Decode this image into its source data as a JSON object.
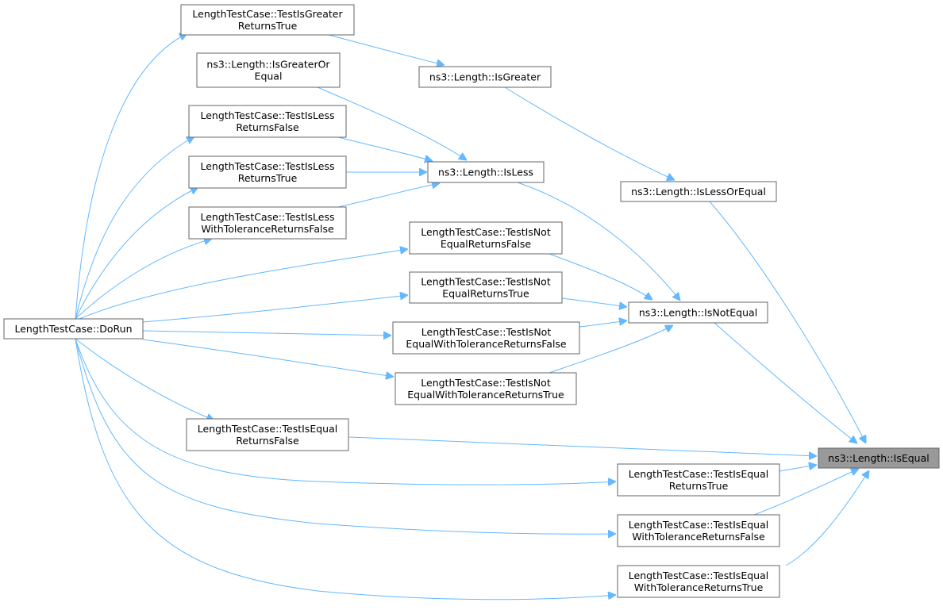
{
  "diagram": {
    "colors": {
      "edge": "#63b8ff",
      "node_border": "#666666",
      "focus_fill": "#999999",
      "node_fill": "#ffffff"
    },
    "nodes": [
      {
        "id": "isEqual",
        "lines": [
          "ns3::Length::IsEqual"
        ],
        "focus": true
      },
      {
        "id": "isNotEqual",
        "lines": [
          "ns3::Length::IsNotEqual"
        ]
      },
      {
        "id": "isLessOrEqual",
        "lines": [
          "ns3::Length::IsLessOrEqual"
        ]
      },
      {
        "id": "isLess",
        "lines": [
          "ns3::Length::IsLess"
        ]
      },
      {
        "id": "isGreater",
        "lines": [
          "ns3::Length::IsGreater"
        ]
      },
      {
        "id": "isGreaterOrEqual",
        "lines": [
          "ns3::Length::IsGreaterOr",
          "Equal"
        ]
      },
      {
        "id": "testIsGreaterReturnsTrue",
        "lines": [
          "LengthTestCase::TestIsGreater",
          "ReturnsTrue"
        ]
      },
      {
        "id": "testIsLessReturnsFalse",
        "lines": [
          "LengthTestCase::TestIsLess",
          "ReturnsFalse"
        ]
      },
      {
        "id": "testIsLessReturnsTrue",
        "lines": [
          "LengthTestCase::TestIsLess",
          "ReturnsTrue"
        ]
      },
      {
        "id": "testIsLessTolFalse",
        "lines": [
          "LengthTestCase::TestIsLess",
          "WithToleranceReturnsFalse"
        ]
      },
      {
        "id": "testIsNotEqualReturnsFalse",
        "lines": [
          "LengthTestCase::TestIsNot",
          "EqualReturnsFalse"
        ]
      },
      {
        "id": "testIsNotEqualReturnsTrue",
        "lines": [
          "LengthTestCase::TestIsNot",
          "EqualReturnsTrue"
        ]
      },
      {
        "id": "testIsNotEqualTolFalse",
        "lines": [
          "LengthTestCase::TestIsNot",
          "EqualWithToleranceReturnsFalse"
        ]
      },
      {
        "id": "testIsNotEqualTolTrue",
        "lines": [
          "LengthTestCase::TestIsNot",
          "EqualWithToleranceReturnsTrue"
        ]
      },
      {
        "id": "testIsEqualReturnsFalse",
        "lines": [
          "LengthTestCase::TestIsEqual",
          "ReturnsFalse"
        ]
      },
      {
        "id": "testIsEqualReturnsTrue",
        "lines": [
          "LengthTestCase::TestIsEqual",
          "ReturnsTrue"
        ]
      },
      {
        "id": "testIsEqualTolFalse",
        "lines": [
          "LengthTestCase::TestIsEqual",
          "WithToleranceReturnsFalse"
        ]
      },
      {
        "id": "testIsEqualTolTrue",
        "lines": [
          "LengthTestCase::TestIsEqual",
          "WithToleranceReturnsTrue"
        ]
      },
      {
        "id": "doRun",
        "lines": [
          "LengthTestCase::DoRun"
        ]
      }
    ],
    "edges": [
      {
        "from": "isNotEqual",
        "to": "isEqual"
      },
      {
        "from": "isLessOrEqual",
        "to": "isEqual"
      },
      {
        "from": "testIsGreaterReturnsTrue",
        "to": "isGreater"
      },
      {
        "from": "isGreater",
        "to": "isLessOrEqual"
      },
      {
        "from": "isGreaterOrEqual",
        "to": "isLess"
      },
      {
        "from": "testIsLessReturnsFalse",
        "to": "isLess"
      },
      {
        "from": "testIsLessReturnsTrue",
        "to": "isLess"
      },
      {
        "from": "testIsLessTolFalse",
        "to": "isLess"
      },
      {
        "from": "isLess",
        "to": "isNotEqual"
      },
      {
        "from": "testIsNotEqualReturnsFalse",
        "to": "isNotEqual"
      },
      {
        "from": "testIsNotEqualReturnsTrue",
        "to": "isNotEqual"
      },
      {
        "from": "testIsNotEqualTolFalse",
        "to": "isNotEqual"
      },
      {
        "from": "testIsNotEqualTolTrue",
        "to": "isNotEqual"
      },
      {
        "from": "testIsEqualReturnsFalse",
        "to": "isEqual"
      },
      {
        "from": "testIsEqualReturnsTrue",
        "to": "isEqual"
      },
      {
        "from": "testIsEqualTolFalse",
        "to": "isEqual"
      },
      {
        "from": "testIsEqualTolTrue",
        "to": "isEqual"
      },
      {
        "from": "doRun",
        "to": "testIsGreaterReturnsTrue"
      },
      {
        "from": "doRun",
        "to": "testIsLessReturnsFalse"
      },
      {
        "from": "doRun",
        "to": "testIsLessReturnsTrue"
      },
      {
        "from": "doRun",
        "to": "testIsLessTolFalse"
      },
      {
        "from": "doRun",
        "to": "testIsNotEqualReturnsFalse"
      },
      {
        "from": "doRun",
        "to": "testIsNotEqualReturnsTrue"
      },
      {
        "from": "doRun",
        "to": "testIsNotEqualTolFalse"
      },
      {
        "from": "doRun",
        "to": "testIsNotEqualTolTrue"
      },
      {
        "from": "doRun",
        "to": "testIsEqualReturnsFalse"
      },
      {
        "from": "doRun",
        "to": "testIsEqualReturnsTrue"
      },
      {
        "from": "doRun",
        "to": "testIsEqualTolFalse"
      },
      {
        "from": "doRun",
        "to": "testIsEqualTolTrue"
      }
    ]
  }
}
